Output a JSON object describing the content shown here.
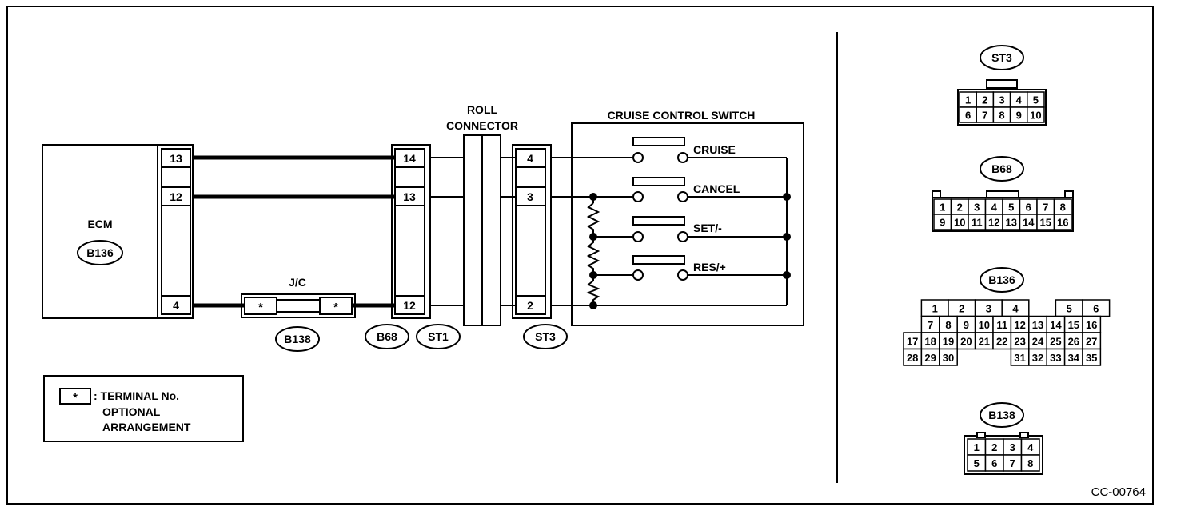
{
  "ecm": {
    "label": "ECM",
    "connector": "B136",
    "pins": [
      "13",
      "12",
      "4"
    ]
  },
  "jc": {
    "label": "J/C",
    "connector": "B138",
    "pin_marks": [
      "*",
      "*"
    ]
  },
  "b68": {
    "connector": "B68",
    "pins": [
      "14",
      "13",
      "12"
    ]
  },
  "st1": {
    "connector": "ST1"
  },
  "roll_connector": {
    "line1": "ROLL",
    "line2": "CONNECTOR"
  },
  "st3": {
    "connector": "ST3",
    "pins": [
      "4",
      "3",
      "2"
    ]
  },
  "switch_box": {
    "title": "CRUISE CONTROL SWITCH",
    "switches": [
      "CRUISE",
      "CANCEL",
      "SET/-",
      "RES/+"
    ]
  },
  "legend": {
    "mark": "*",
    "line1": ": TERMINAL No.",
    "line2": "OPTIONAL",
    "line3": "ARRANGEMENT"
  },
  "face_views": {
    "st3": {
      "label": "ST3",
      "rows": [
        [
          "1",
          "2",
          "3",
          "4",
          "5"
        ],
        [
          "6",
          "7",
          "8",
          "9",
          "10"
        ]
      ]
    },
    "b68": {
      "label": "B68",
      "rows": [
        [
          "1",
          "2",
          "3",
          "4",
          "5",
          "6",
          "7",
          "8"
        ],
        [
          "9",
          "10",
          "11",
          "12",
          "13",
          "14",
          "15",
          "16"
        ]
      ]
    },
    "b136": {
      "label": "B136",
      "rows": [
        [
          "1",
          "2",
          "3",
          "4",
          "",
          "5",
          "6"
        ],
        [
          "7",
          "8",
          "9",
          "10",
          "11",
          "12",
          "13",
          "14",
          "15",
          "16"
        ],
        [
          "17",
          "18",
          "19",
          "20",
          "21",
          "22",
          "23",
          "24",
          "25",
          "26",
          "27"
        ],
        [
          "28",
          "29",
          "30",
          "31",
          "32",
          "33",
          "34",
          "35"
        ]
      ]
    },
    "b138": {
      "label": "B138",
      "rows": [
        [
          "1",
          "2",
          "3",
          "4"
        ],
        [
          "5",
          "6",
          "7",
          "8"
        ]
      ]
    }
  },
  "figure_id": "CC-00764"
}
